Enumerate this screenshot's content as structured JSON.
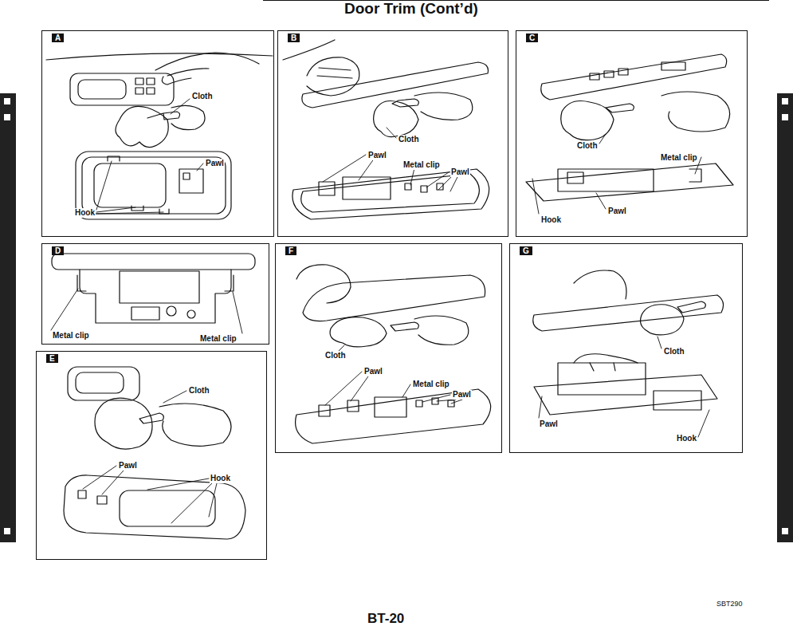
{
  "diagram": {
    "title": "Door Trim (Cont’d)",
    "nodes": [
      {
        "text": [
          "A"
        ]
      },
      {
        "text": [
          "B"
        ]
      },
      {
        "text": [
          "C"
        ]
      },
      {
        "text": [
          "D"
        ]
      },
      {
        "text": [
          "E"
        ]
      },
      {
        "text": [
          "F"
        ]
      },
      {
        "text": [
          "G"
        ]
      }
    ],
    "labels": [
      "Cloth",
      "Pawl",
      "Hook",
      "Cloth",
      "Pawl",
      "Metal clip",
      "Pawl",
      "Cloth",
      "Metal clip",
      "Pawl",
      "Hook",
      "Metal clip",
      "Metal clip",
      "Cloth",
      "Pawl",
      "Hook",
      "Cloth",
      "Pawl",
      "Metal clip",
      "Pawl",
      "Cloth",
      "Pawl",
      "Hook",
      "SBT290",
      "BT-20"
    ]
  }
}
